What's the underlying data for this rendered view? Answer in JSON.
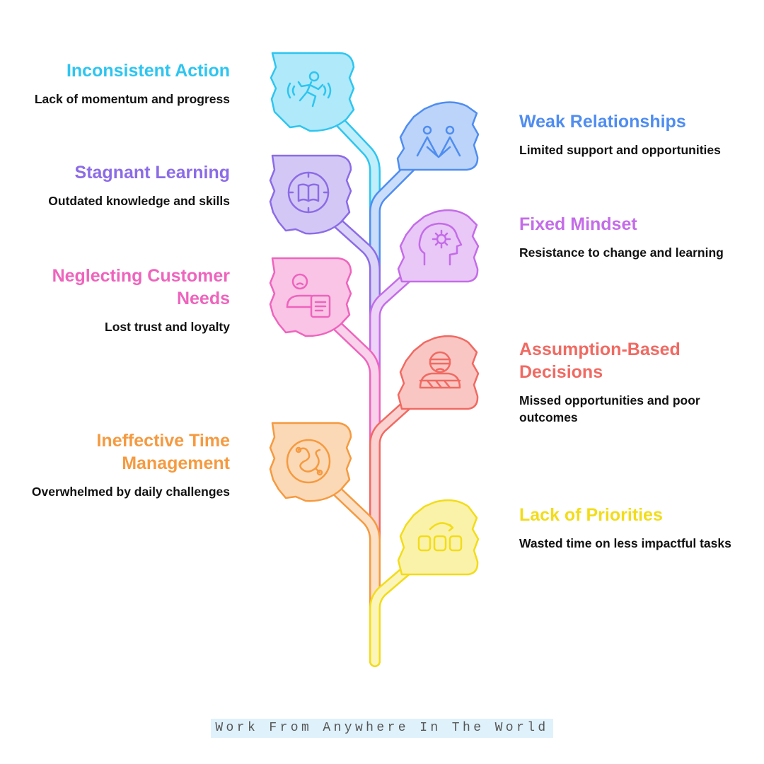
{
  "items": [
    {
      "title": "Inconsistent Action",
      "desc": "Lack of momentum and progress",
      "color": "#2ec5f0",
      "icon": "running-person-icon"
    },
    {
      "title": "Weak Relationships",
      "desc": "Limited support and opportunities",
      "color": "#4f8df0",
      "icon": "people-group-icon"
    },
    {
      "title": "Stagnant Learning",
      "desc": "Outdated knowledge and skills",
      "color": "#8b6ce6",
      "icon": "book-clock-icon"
    },
    {
      "title": "Fixed Mindset",
      "desc": "Resistance to change and learning",
      "color": "#c46ce8",
      "icon": "head-gear-icon"
    },
    {
      "title": "Neglecting Customer Needs",
      "desc": "Lost trust and loyalty",
      "color": "#ee64bd",
      "icon": "sad-customer-icon"
    },
    {
      "title": "Assumption-Based Decisions",
      "desc": "Missed opportunities and poor outcomes",
      "color": "#f06a62",
      "icon": "blindfolded-person-icon"
    },
    {
      "title": "Ineffective Time Management",
      "desc": "Overwhelmed by daily challenges",
      "color": "#f59a40",
      "icon": "tangled-path-icon"
    },
    {
      "title": "Lack of Priorities",
      "desc": "Wasted time on less impactful tasks",
      "color": "#f2dc1a",
      "icon": "reorder-boxes-icon"
    }
  ],
  "footer": {
    "text": "Work From Anywhere In The World"
  }
}
